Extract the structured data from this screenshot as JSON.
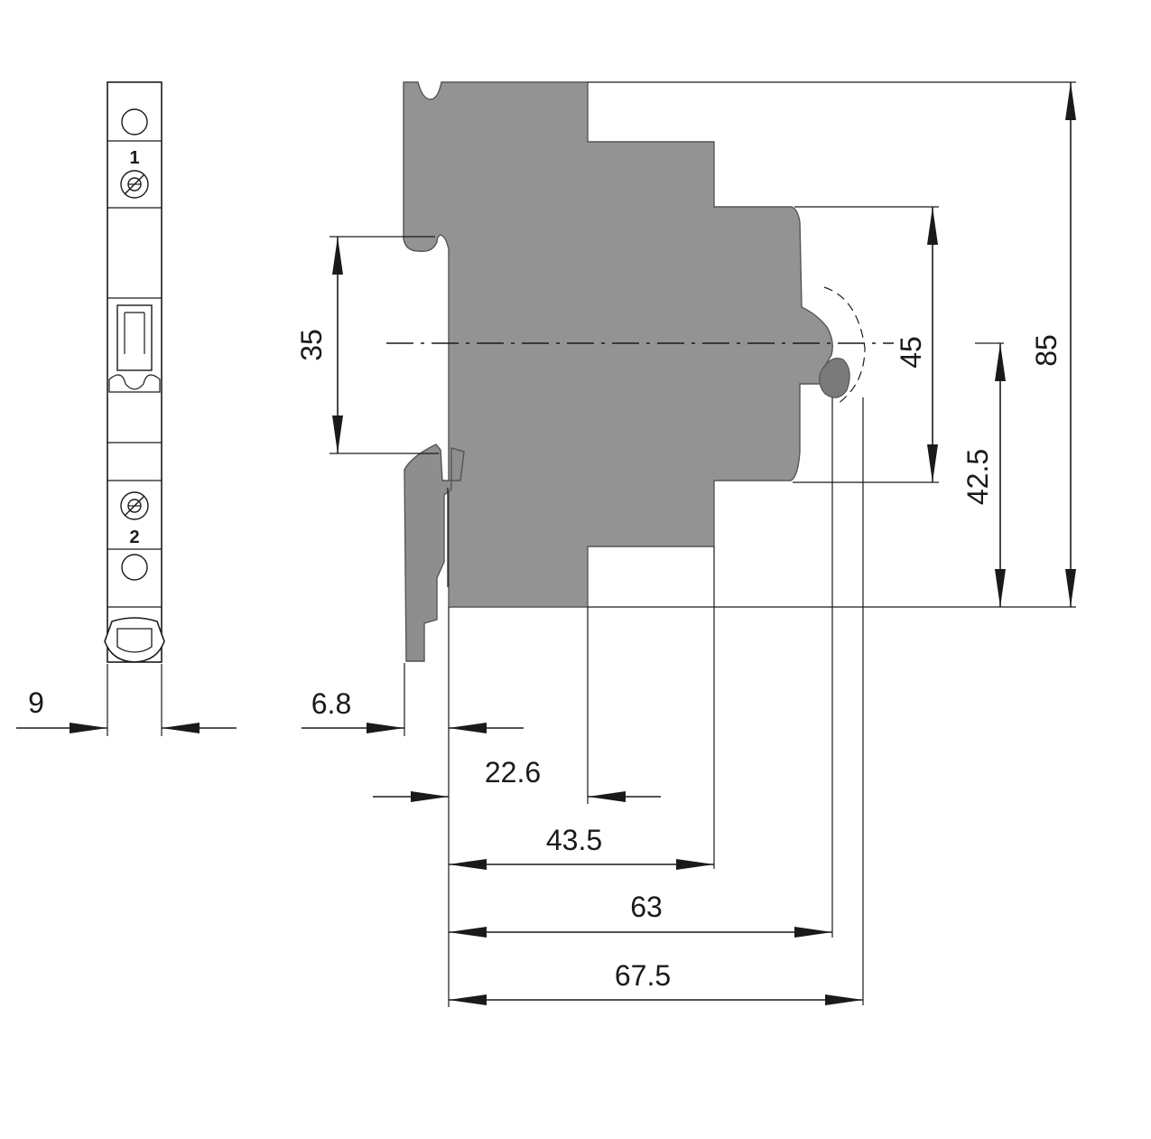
{
  "front_view": {
    "terminal_top": "1",
    "terminal_bottom": "2",
    "width_label": "9"
  },
  "dimensions": {
    "rail_height": "35",
    "front_height": "45",
    "pin_offset": "42.5",
    "total_height": "85",
    "rail_clip": "6.8",
    "d1": "22.6",
    "d2": "43.5",
    "d3": "63",
    "d4": "67.5"
  },
  "colors": {
    "body": "#939393",
    "line": "#1a1a1a"
  }
}
